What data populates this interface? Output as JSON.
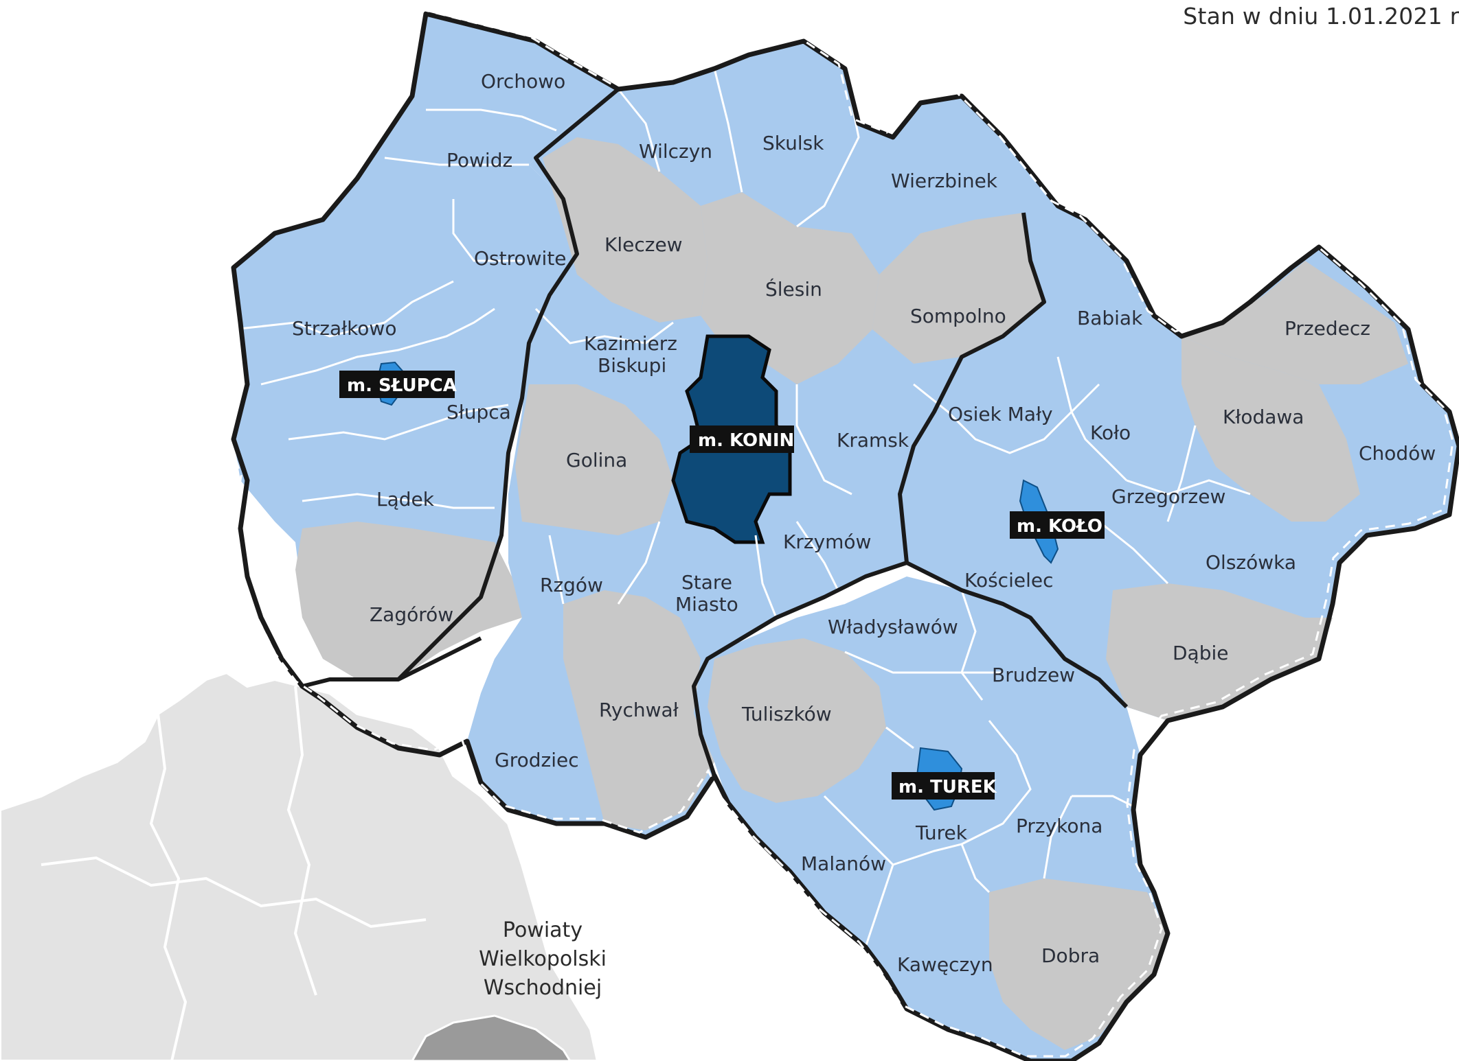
{
  "note": "Stan w dniu 1.01.2021 r.",
  "caption": {
    "line1": "Powiaty",
    "line2": "Wielkopolski",
    "line3": "Wschodniej"
  },
  "colors": {
    "gmina_blue": "#a8caee",
    "gmina_gray": "#c8c8c8",
    "city_konin": "#0d4a78",
    "city_small": "#2f8fdc",
    "border": "#1a1a1a",
    "inner_line": "#ffffff",
    "background_region": "#e3e3e3",
    "label_box": "#111111"
  },
  "regions": {
    "gmina": {
      "orchowo": "Orchowo",
      "powidz": "Powidz",
      "ostrowite": "Ostrowite",
      "strzalkowo": "Strzałkowo",
      "slupca": "Słupca",
      "ladek": "Lądek",
      "zagorow": "Zagórów",
      "wilczyn": "Wilczyn",
      "skulsk": "Skulsk",
      "wierzbinek": "Wierzbinek",
      "kleczew": "Kleczew",
      "slesin": "Ślesin",
      "sompolno": "Sompolno",
      "kazimierz_1": "Kazimierz",
      "kazimierz_2": "Biskupi",
      "golina": "Golina",
      "kramsk": "Kramsk",
      "krzymow": "Krzymów",
      "rzgow": "Rzgów",
      "stare_1": "Stare",
      "stare_2": "Miasto",
      "rychwal": "Rychwał",
      "grodziec": "Grodziec",
      "babiak": "Babiak",
      "przedecz": "Przedecz",
      "osiek": "Osiek Mały",
      "kolo": "Koło",
      "klodawa": "Kłodawa",
      "chodow": "Chodów",
      "grzegorzew": "Grzegorzew",
      "koscielec": "Kościelec",
      "olszowka": "Olszówka",
      "dabie": "Dąbie",
      "wladyslawow": "Władysławów",
      "brudzew": "Brudzew",
      "tuliszkow": "Tuliszków",
      "turek": "Turek",
      "przykona": "Przykona",
      "malanow": "Malanów",
      "kaweczyn": "Kawęczyn",
      "dobra": "Dobra"
    },
    "cities": {
      "slupca": "m. SŁUPCA",
      "konin": "m. KONIN",
      "kolo": "m. KOŁO",
      "turek": "m. TUREK"
    }
  },
  "icons": [
    "region-map"
  ]
}
